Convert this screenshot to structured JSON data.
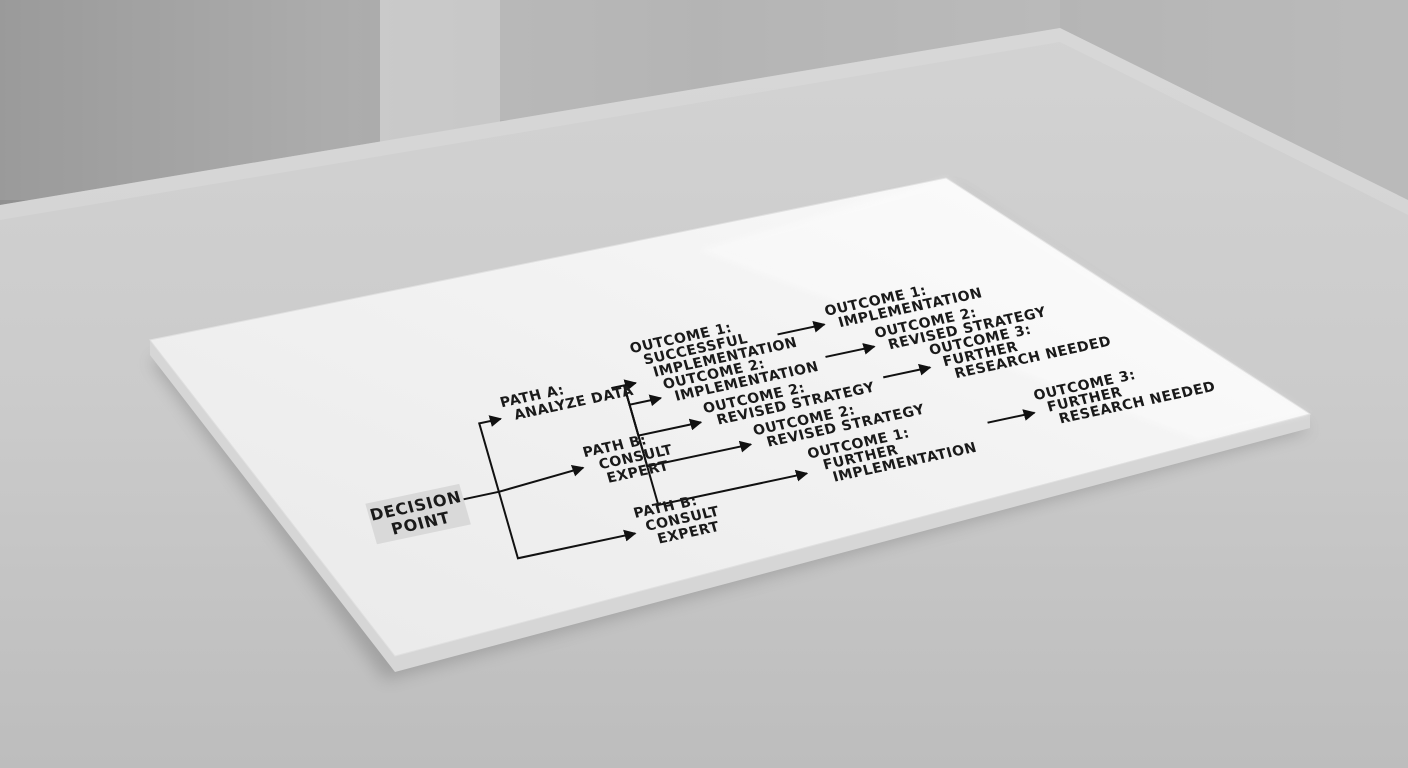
{
  "diagram": {
    "decision_point": {
      "lines": [
        "DECISION",
        "POINT"
      ]
    },
    "paths": [
      {
        "id": "path-a",
        "lines": [
          "PATH A:",
          "ANALYZE DATA"
        ]
      },
      {
        "id": "path-b-upper",
        "lines": [
          "PATH B:",
          "CONSULT",
          "EXPERT"
        ]
      },
      {
        "id": "path-b-lower",
        "lines": [
          "PATH B:",
          "CONSULT",
          "EXPERT"
        ]
      }
    ],
    "outcomes_mid": [
      {
        "id": "mid-1",
        "lines": [
          "OUTCOME 1:",
          "SUCCESSFUL",
          "IMPLEMENTATION"
        ]
      },
      {
        "id": "mid-2",
        "lines": [
          "OUTCOME 2:",
          "IMPLEMENTATION"
        ]
      },
      {
        "id": "mid-3",
        "lines": [
          "OUTCOME 2:",
          "REVISED STRATEGY"
        ]
      },
      {
        "id": "mid-4",
        "lines": [
          "OUTCOME 2:",
          "REVISED STRATEGY"
        ]
      },
      {
        "id": "mid-5",
        "lines": [
          "OUTCOME 1:",
          "FURTHER",
          "IMPLEMENTATION"
        ]
      }
    ],
    "outcomes_right": [
      {
        "id": "right-1",
        "lines": [
          "OUTCOME 1:",
          "IMPLEMENTATION"
        ]
      },
      {
        "id": "right-2",
        "lines": [
          "OUTCOME 2:",
          "REVISED STRATEGY"
        ]
      },
      {
        "id": "right-3",
        "lines": [
          "OUTCOME 3:",
          "FURTHER",
          "RESEARCH NEEDED"
        ]
      },
      {
        "id": "right-4",
        "lines": [
          "OUTCOME 3:",
          "FURTHER",
          "RESEARCH NEEDED"
        ]
      }
    ]
  }
}
